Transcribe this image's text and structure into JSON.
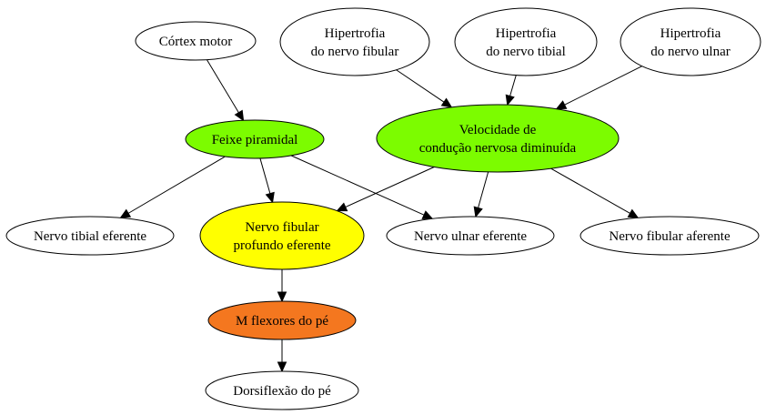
{
  "diagram": {
    "nodes": {
      "cortex_motor": {
        "lines": [
          "Córtex motor"
        ],
        "fill": "#ffffff"
      },
      "hip_fibular": {
        "lines": [
          "Hipertrofia",
          "do nervo fibular"
        ],
        "fill": "#ffffff"
      },
      "hip_tibial": {
        "lines": [
          "Hipertrofia",
          "do nervo tibial"
        ],
        "fill": "#ffffff"
      },
      "hip_ulnar": {
        "lines": [
          "Hipertrofia",
          "do nervo ulnar"
        ],
        "fill": "#ffffff"
      },
      "feixe_piramidal": {
        "lines": [
          "Feixe piramidal"
        ],
        "fill": "#7cfc00"
      },
      "velocidade": {
        "lines": [
          "Velocidade de",
          "condução nervosa diminuída"
        ],
        "fill": "#7cfc00"
      },
      "tibial_eferente": {
        "lines": [
          "Nervo tibial eferente"
        ],
        "fill": "#ffffff"
      },
      "fibular_profundo": {
        "lines": [
          "Nervo fibular",
          "profundo eferente"
        ],
        "fill": "#ffff00"
      },
      "ulnar_eferente": {
        "lines": [
          "Nervo ulnar eferente"
        ],
        "fill": "#ffffff"
      },
      "fibular_aferente": {
        "lines": [
          "Nervo fibular aferente"
        ],
        "fill": "#ffffff"
      },
      "m_flexores": {
        "lines": [
          "M flexores do pé"
        ],
        "fill": "#f4771f"
      },
      "dorsiflexao": {
        "lines": [
          "Dorsiflexão do pé"
        ],
        "fill": "#ffffff"
      }
    },
    "edges": [
      {
        "from": "cortex_motor",
        "to": "feixe_piramidal"
      },
      {
        "from": "hip_fibular",
        "to": "velocidade"
      },
      {
        "from": "hip_tibial",
        "to": "velocidade"
      },
      {
        "from": "hip_ulnar",
        "to": "velocidade"
      },
      {
        "from": "feixe_piramidal",
        "to": "tibial_eferente"
      },
      {
        "from": "feixe_piramidal",
        "to": "fibular_profundo"
      },
      {
        "from": "feixe_piramidal",
        "to": "ulnar_eferente"
      },
      {
        "from": "velocidade",
        "to": "fibular_profundo"
      },
      {
        "from": "velocidade",
        "to": "ulnar_eferente"
      },
      {
        "from": "velocidade",
        "to": "fibular_aferente"
      },
      {
        "from": "fibular_profundo",
        "to": "m_flexores"
      },
      {
        "from": "m_flexores",
        "to": "dorsiflexao"
      }
    ]
  }
}
